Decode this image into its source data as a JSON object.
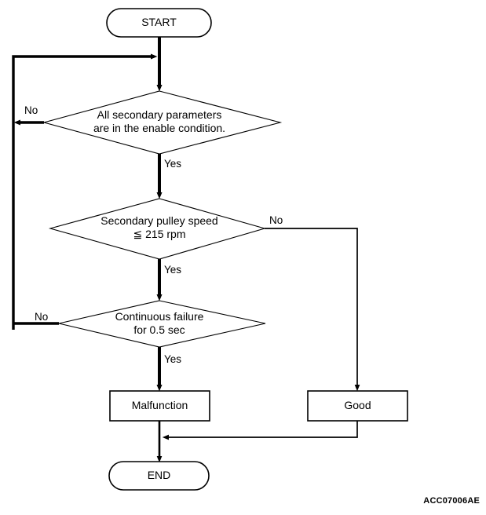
{
  "diagram": {
    "type": "flowchart",
    "reference_code": "ACC07006AE",
    "nodes": {
      "start": {
        "label": "START",
        "shape": "stadium"
      },
      "decision1": {
        "line1": "All secondary parameters",
        "line2": "are in the enable condition.",
        "shape": "diamond"
      },
      "decision2": {
        "line1": "Secondary pulley speed",
        "line2": "≦ 215 rpm",
        "shape": "diamond"
      },
      "decision3": {
        "line1": "Continuous failure",
        "line2": "for 0.5 sec",
        "shape": "diamond"
      },
      "malfunction": {
        "label": "Malfunction",
        "shape": "rectangle"
      },
      "good": {
        "label": "Good",
        "shape": "rectangle"
      },
      "end": {
        "label": "END",
        "shape": "stadium"
      }
    },
    "edge_labels": {
      "decision1_no": "No",
      "decision1_yes": "Yes",
      "decision2_no": "No",
      "decision2_yes": "Yes",
      "decision3_no": "No",
      "decision3_yes": "Yes"
    },
    "colors": {
      "stroke": "#000000",
      "fill": "#ffffff",
      "text": "#000000"
    }
  }
}
